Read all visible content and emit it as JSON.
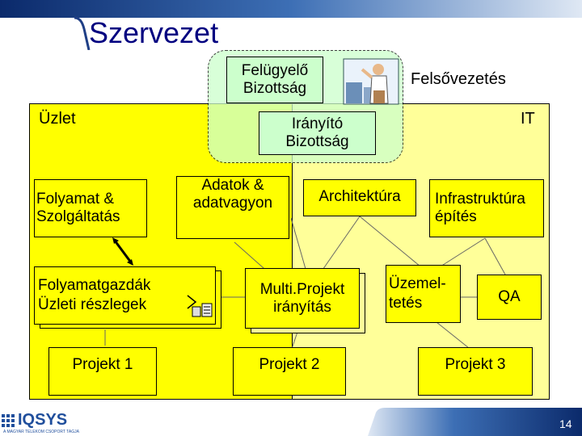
{
  "slide": {
    "title": "Szervezet",
    "page_number": "14",
    "logo_text": "IQSYS",
    "logo_tagline": "A MAGYAR TELEKOM CSOPORT TAGJA"
  },
  "regions": {
    "business_label": "Üzlet",
    "it_label": "IT",
    "management_label": "Felsővezetés"
  },
  "boxes": {
    "supervisory_board": "Felügyelő Bizottság",
    "steering_board": "Irányító Bizottság",
    "process_service": "Folyamat & Szolgáltatás",
    "data_assets": "Adatok & adatvagyon",
    "architecture": "Architektúra",
    "infrastructure": "Infrastruktúra építés",
    "process_owners": "Folyamatgazdák Üzleti részlegek",
    "multi_project": "Multi.Projekt irányítás",
    "operations": "Üzemel- tetés",
    "qa": "QA",
    "project1": "Projekt 1",
    "project2": "Projekt 2",
    "project3": "Projekt 3"
  },
  "colors": {
    "business_fill": "#ffff00",
    "it_fill": "#ffff99",
    "management_fill": "#ccffcc",
    "box_fill": "#ffff00",
    "title_color": "#000080",
    "brand_blue": "#1f4e9c"
  }
}
